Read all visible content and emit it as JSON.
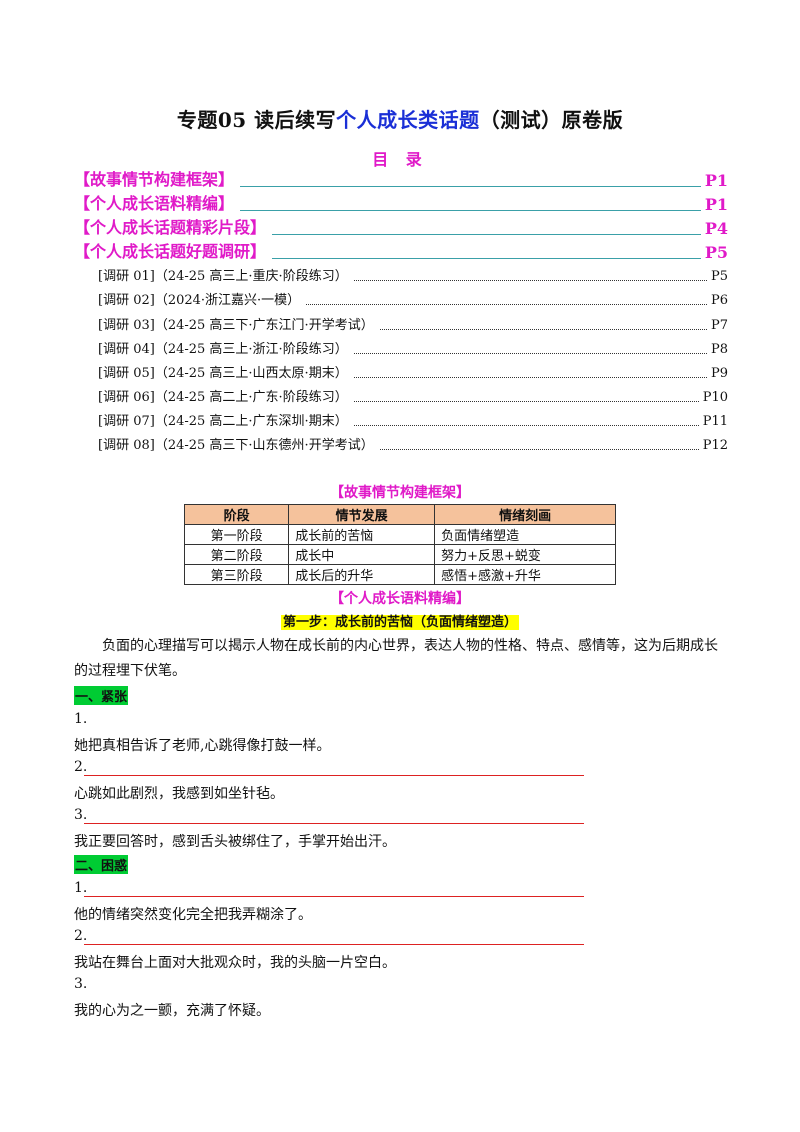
{
  "title": {
    "prefix": "专题05  读后续写",
    "highlight": "个人成长类话题",
    "suffix": "（测试）原卷版"
  },
  "toc": {
    "heading": "目  录",
    "main": [
      {
        "label": "【故事情节构建框架】",
        "page": "P1"
      },
      {
        "label": "【个人成长语料精编】",
        "page": "P1"
      },
      {
        "label": "【个人成长话题精彩片段】",
        "page": "P4"
      },
      {
        "label": "【个人成长话题好题调研】",
        "page": "P5"
      }
    ],
    "sub": [
      {
        "label": "[调研 01]（24-25 高三上·重庆·阶段练习）",
        "page": "P5"
      },
      {
        "label": "[调研 02]（2024·浙江嘉兴·一模）",
        "page": "P6"
      },
      {
        "label": "[调研 03]（24-25 高三下·广东江门·开学考试）",
        "page": "P7"
      },
      {
        "label": "[调研 04]（24-25 高三上·浙江·阶段练习）",
        "page": "P8"
      },
      {
        "label": "[调研 05]（24-25 高三上·山西太原·期末）",
        "page": "P9"
      },
      {
        "label": "[调研 06]（24-25 高二上·广东·阶段练习）",
        "page": "P10"
      },
      {
        "label": "[调研 07]（24-25 高二上·广东深圳·期末）",
        "page": "P11"
      },
      {
        "label": "[调研 08]（24-25 高三下·山东德州·开学考试）",
        "page": "P12"
      }
    ]
  },
  "framework": {
    "heading": "【故事情节构建框架】",
    "columns": [
      "阶段",
      "情节发展",
      "情绪刻画"
    ],
    "rows": [
      [
        "第一阶段",
        "成长前的苦恼",
        "负面情绪塑造"
      ],
      [
        "第二阶段",
        "成长中",
        "努力+反思+蜕变"
      ],
      [
        "第三阶段",
        "成长后的升华",
        "感悟+感激+升华"
      ]
    ]
  },
  "corpus": {
    "heading": "【个人成长语料精编】",
    "step": "第一步：成长前的苦恼（负面情绪塑造）",
    "intro": "负面的心理描写可以揭示人物在成长前的内心世界，表达人物的性格、特点、感情等，这为后期成长的过程埋下伏笔。",
    "groups": [
      {
        "label": "一、紧张",
        "items": [
          {
            "num": "1.",
            "text": "她把真相告诉了老师,心跳得像打鼓一样。"
          },
          {
            "num": "2.",
            "text": "心跳如此剧烈，我感到如坐针毡。"
          },
          {
            "num": "3.",
            "text": "我正要回答时，感到舌头被绑住了，手掌开始出汗。"
          }
        ]
      },
      {
        "label": "二、困惑",
        "items": [
          {
            "num": "1.",
            "text": "他的情绪突然变化完全把我弄糊涂了。"
          },
          {
            "num": "2.",
            "text": "我站在舞台上面对大批观众时，我的头脑一片空白。"
          },
          {
            "num": "3.",
            "text": "我的心为之一颤，充满了怀疑。"
          }
        ]
      }
    ]
  }
}
